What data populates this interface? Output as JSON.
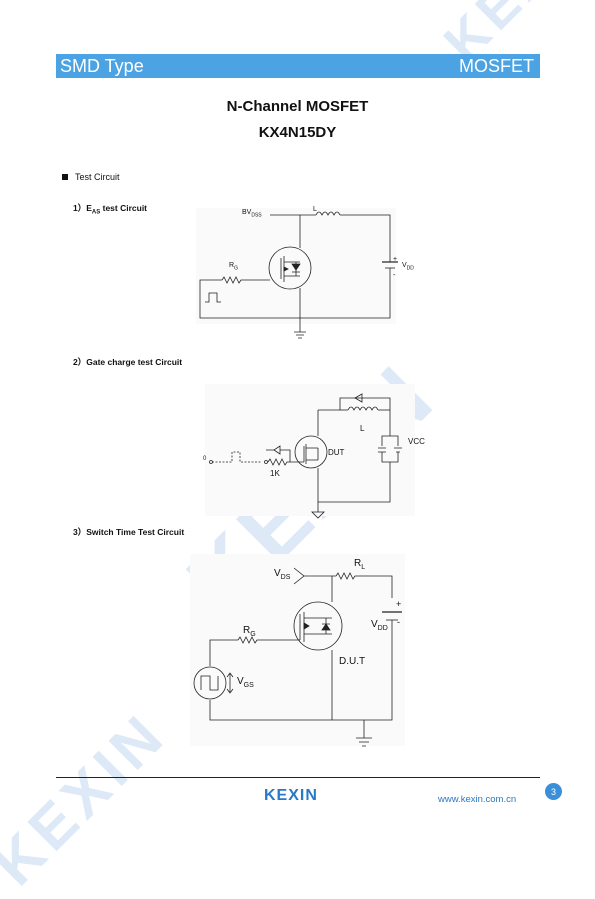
{
  "header": {
    "left": "SMD Type",
    "right": "MOSFET"
  },
  "title": {
    "line1": "N-Channel MOSFET",
    "line2": "KX4N15DY"
  },
  "section": {
    "label": "Test Circuit"
  },
  "circuit1": {
    "caption_prefix": "1）E",
    "caption_sub": "AS",
    "caption_suffix": " test Circuit",
    "bv_main": "BV",
    "bv_sub": "DSS",
    "inductor": "L",
    "rg_main": "R",
    "rg_sub": "G",
    "vdd_main": "V",
    "vdd_sub": "DD",
    "plus": "+",
    "minus": "-"
  },
  "circuit2": {
    "caption": "2）Gate charge test Circuit",
    "inductor": "L",
    "vcc": "VCC",
    "dut": "DUT",
    "resistor": "1K",
    "zero": "0"
  },
  "circuit3": {
    "caption": "3）Switch Time Test Circuit",
    "vds_main": "V",
    "vds_sub": "DS",
    "rl_main": "R",
    "rl_sub": "L",
    "rg_main": "R",
    "rg_sub": "G",
    "vdd_main": "V",
    "vdd_sub": "DD",
    "vgs_main": "V",
    "vgs_sub": "GS",
    "dut": "D.U.T",
    "plus": "+",
    "minus": "-"
  },
  "footer": {
    "logo": "KEXIN",
    "url": "www.kexin.com.cn",
    "page": "3"
  },
  "watermark": "KEXIN",
  "colors": {
    "header_bar": "#4ba3e3",
    "brand": "#2a78c8",
    "watermark": "#dde9f7"
  }
}
